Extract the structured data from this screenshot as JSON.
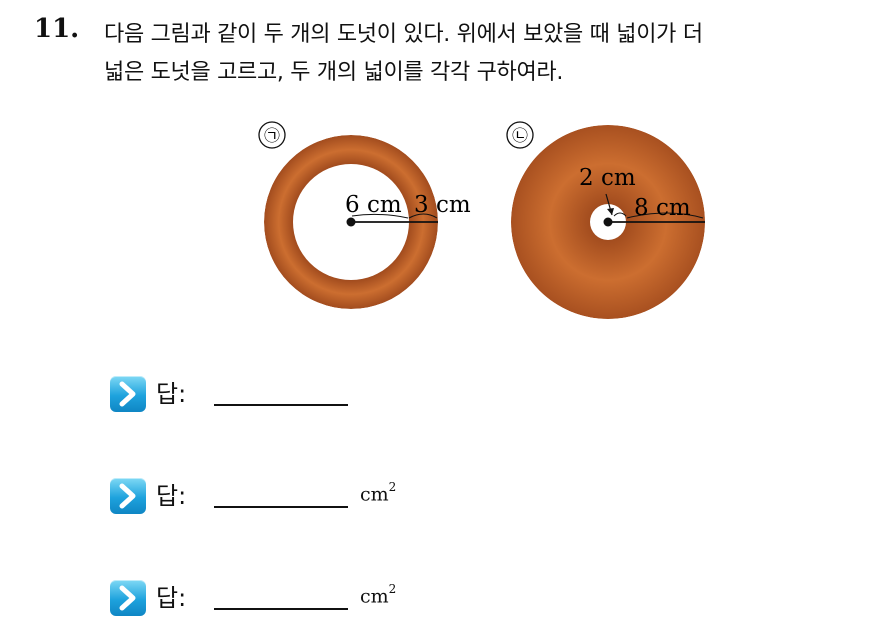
{
  "question": {
    "number": "11.",
    "line1": "다음 그림과 같이 두 개의 도넛이 있다. 위에서 보았을 때 넓이가 더",
    "line2": "넓은 도넛을 고르고, 두 개의 넓이를 각각 구하여라."
  },
  "figure": {
    "donut_a": {
      "label": "㉠",
      "inner_label": "6 cm",
      "width_label": "3 cm",
      "inner_radius_cm": 6,
      "ring_width_cm": 3
    },
    "donut_b": {
      "label": "㉡",
      "inner_label": "2 cm",
      "width_label": "8 cm",
      "inner_radius_cm": 2,
      "ring_width_cm": 8
    },
    "colors": {
      "donut_edge": "#a85020",
      "donut_mid": "#c8692e"
    }
  },
  "answers": [
    {
      "label": "답:",
      "unit": "",
      "icon": "chevron-right-icon"
    },
    {
      "label": "답:",
      "unit": "cm",
      "unit_sup": "2",
      "icon": "chevron-right-icon"
    },
    {
      "label": "답:",
      "unit": "cm",
      "unit_sup": "2",
      "icon": "chevron-right-icon"
    }
  ]
}
